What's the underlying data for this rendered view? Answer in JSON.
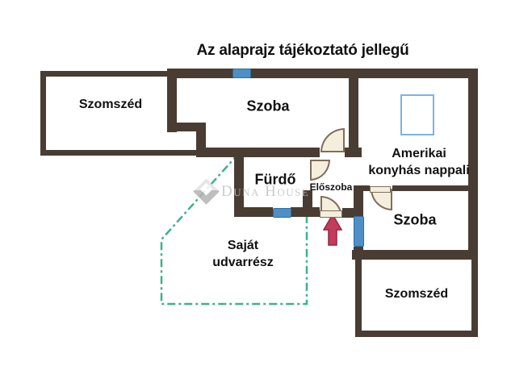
{
  "title": "Az alaprajz tájékoztató jellegű",
  "rooms": {
    "szomszed_left": {
      "label": "Szomszéd"
    },
    "szoba_top": {
      "label": "Szoba"
    },
    "amerikai": {
      "line1": "Amerikai",
      "line2": "konyhás nappali"
    },
    "furdo": {
      "label": "Fürdő"
    },
    "eloszoba": {
      "label": "Előszoba"
    },
    "szoba_right": {
      "label": "Szoba"
    },
    "szomszed_bottom": {
      "label": "Szomszéd"
    },
    "yard": {
      "line1": "Saját",
      "line2": "udvarrész"
    }
  },
  "watermark": {
    "brand": "Duna House"
  },
  "icons": {
    "entrance_arrow": "red up-arrow marking the apartment entrance",
    "window": "blue bar in wall",
    "door": "beige quarter-circle swing"
  },
  "colors": {
    "background": "#ffffff",
    "wall": "#493d33",
    "window_fill": "#4e90c5",
    "window_border": "#2e6da4",
    "door_fill": "#f6eedd",
    "door_border": "#7d6e5b",
    "yard_line": "#3cb28b",
    "arrow_fill": "#c53b5c",
    "arrow_border": "#8e2743",
    "kitchen_outline": "#78b3e6",
    "watermark": "#c2c2c2",
    "text": "#111111"
  }
}
